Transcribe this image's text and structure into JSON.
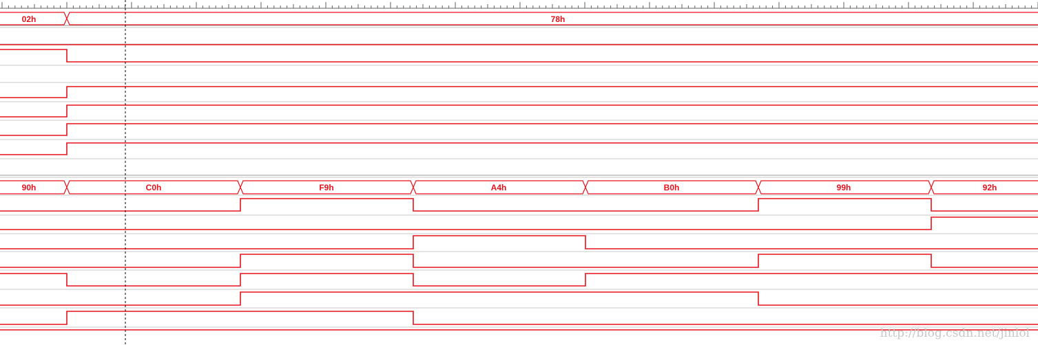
{
  "colors": {
    "signal": "#e8101a",
    "grid": "#c8c8c8",
    "ruler": "#606060",
    "cursor": "#000000"
  },
  "ruler": {
    "ticks": true
  },
  "buses": [
    {
      "name": "bus-top",
      "segments": [
        "02h",
        "78h"
      ]
    },
    {
      "name": "bus-data",
      "segments": [
        "90h",
        "C0h",
        "F9h",
        "A4h",
        "B0h",
        "99h",
        "92h"
      ]
    }
  ],
  "watermark": "http://blog.csdn.net/jinlol"
}
